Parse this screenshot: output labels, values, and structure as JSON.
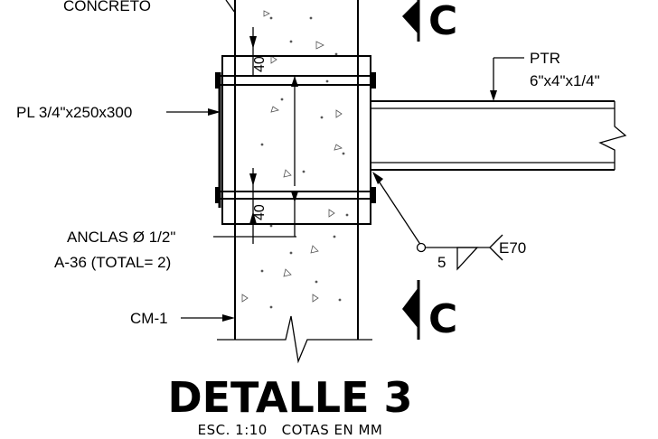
{
  "labels": {
    "concreto": "CONCRETO",
    "plate": "PL 3/4\"x250x300",
    "ptr_line1": "PTR",
    "ptr_line2": "6\"x4\"x1/4\"",
    "anchors_line1": "ANCLAS Ø 1/2\"",
    "anchors_line2": "A-36 (TOTAL= 2)",
    "column": "CM-1",
    "weld_size": "5",
    "electrode": "E70"
  },
  "dimensions": {
    "top_edge": "40",
    "bottom_edge": "40"
  },
  "section_marks": {
    "top": "C",
    "bottom": "C"
  },
  "title": {
    "main": "DETALLE 3",
    "subtitle": "ESC. 1:10   COTAS EN MM"
  }
}
